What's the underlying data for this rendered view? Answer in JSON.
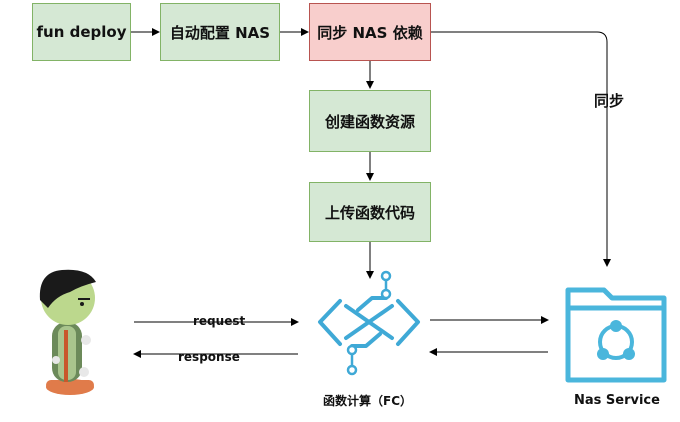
{
  "boxes": {
    "fun_deploy": "fun deploy",
    "auto_nas": "自动配置 NAS",
    "sync_nas": "同步 NAS 依赖",
    "create_func": "创建函数资源",
    "upload_code": "上传函数代码"
  },
  "labels": {
    "sync": "同步",
    "request": "request",
    "response": "response",
    "fc": "函数计算（FC）",
    "nas_service": "Nas Service"
  },
  "colors": {
    "green_fill": "#d5e8d4",
    "green_border": "#82b366",
    "red_fill": "#f8cecc",
    "red_border": "#b85450",
    "icon_blue": "#3fa9d6",
    "nas_blue": "#4ab6dc"
  },
  "icons": [
    "user-character-icon",
    "function-compute-icon",
    "nas-folder-icon"
  ]
}
